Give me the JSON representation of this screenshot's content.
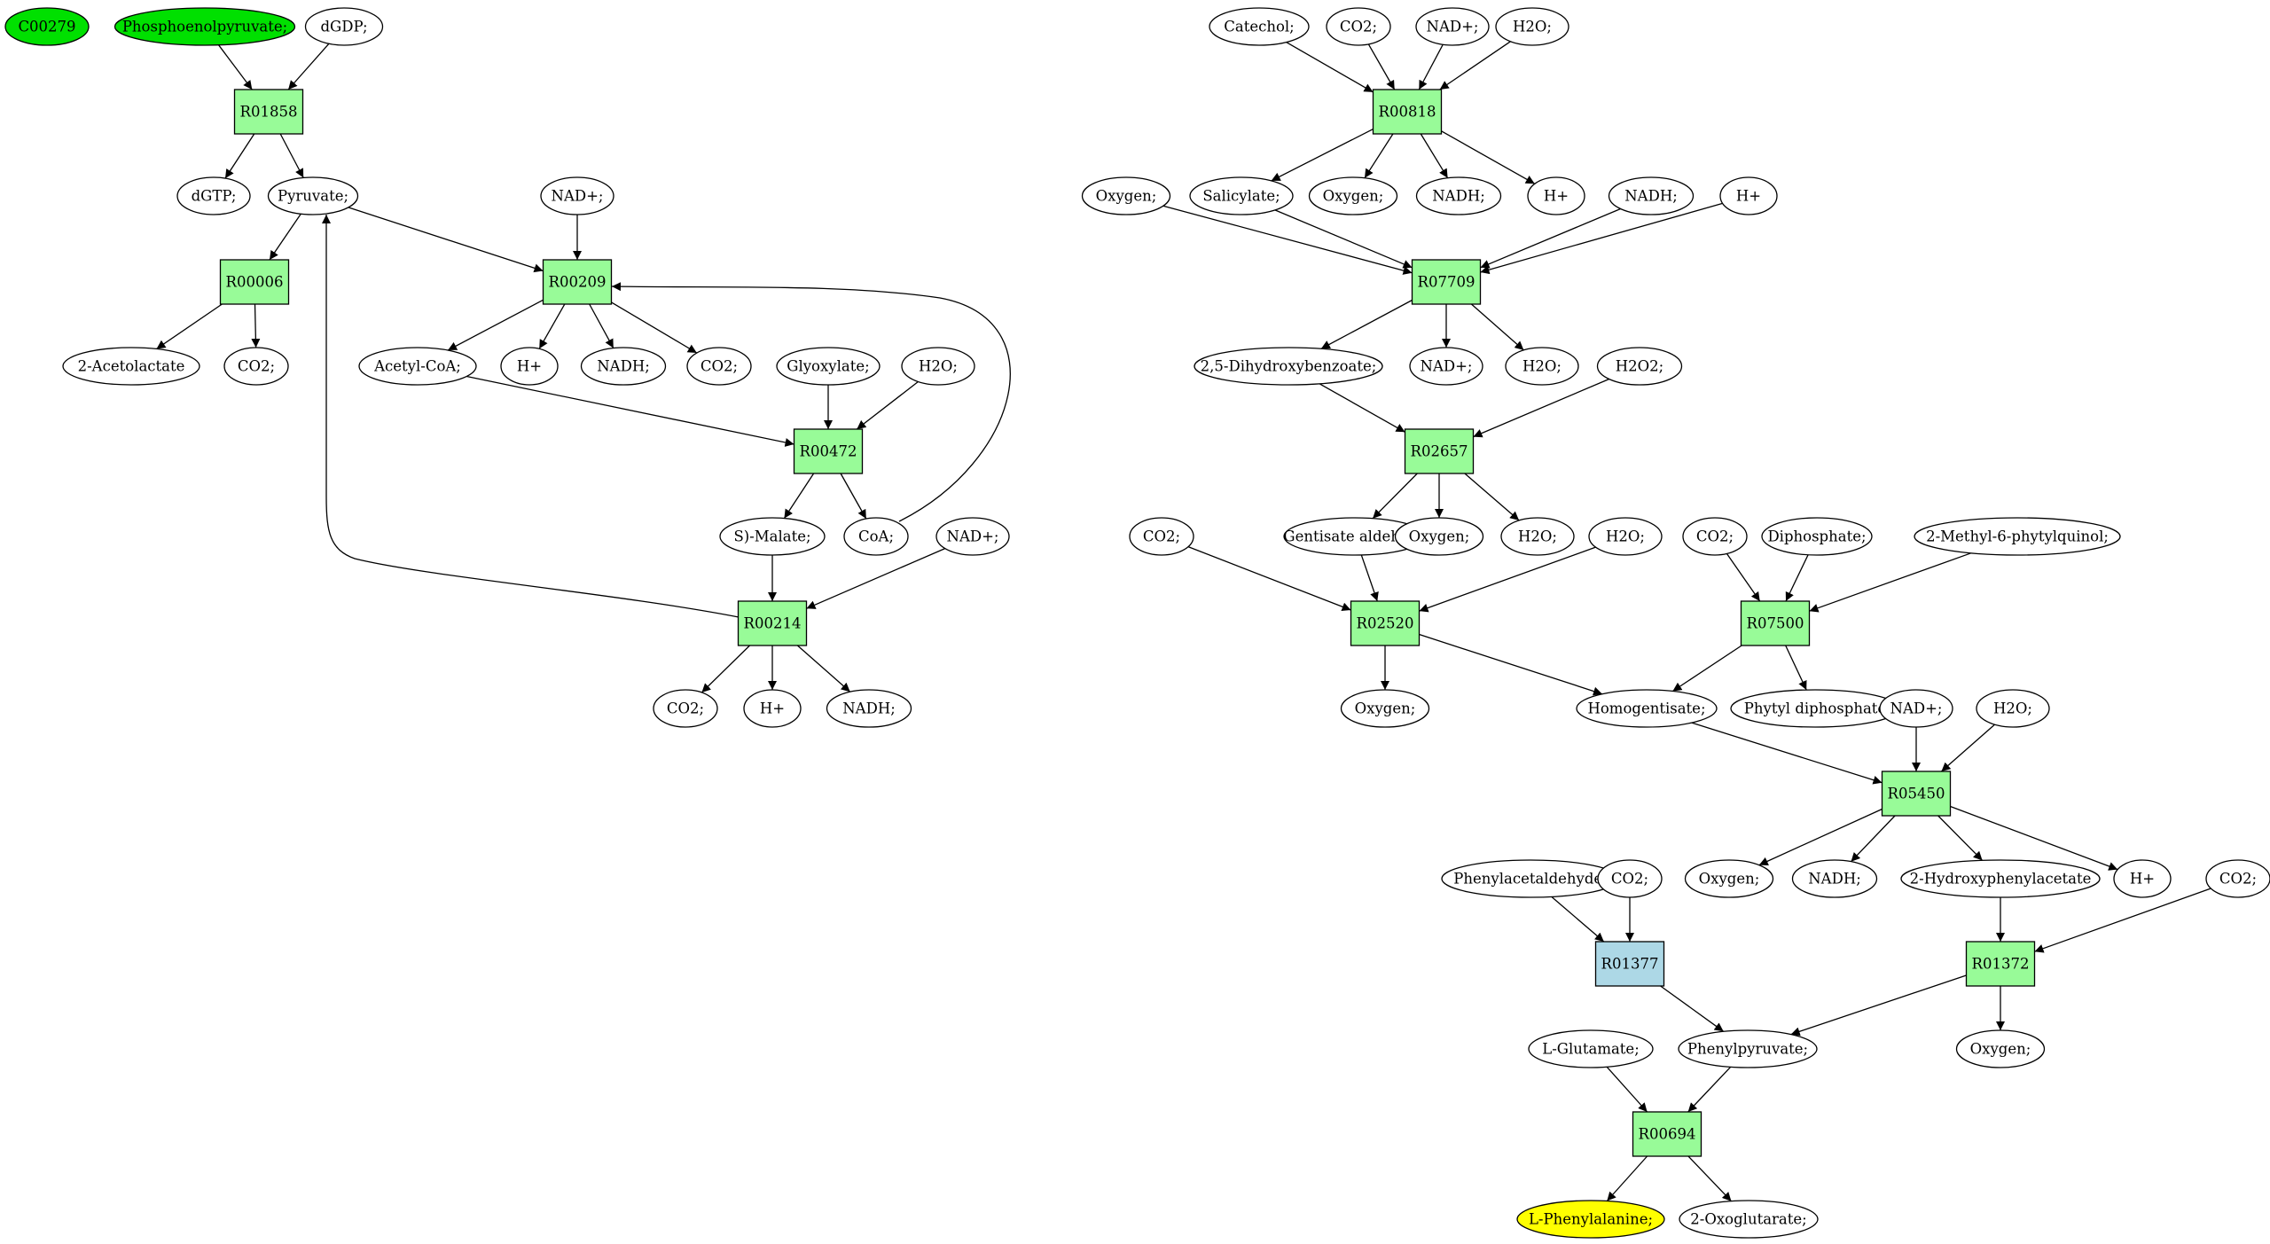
{
  "colors": {
    "metabolite": "#ffffff",
    "start_compound": "#00e000",
    "target_compound": "#ffff00",
    "reaction": "#98fb98",
    "reaction_alt": "#add8e6",
    "line": "#000000"
  },
  "nodes": {
    "c00279": {
      "kind": "ellipse",
      "label": "C00279",
      "fill": "start_compound"
    },
    "pep": {
      "kind": "ellipse",
      "label": "Phosphoenolpyruvate;",
      "fill": "start_compound"
    },
    "dgdp": {
      "kind": "ellipse",
      "label": "dGDP;"
    },
    "r01858": {
      "kind": "box",
      "label": "R01858"
    },
    "dgtp": {
      "kind": "ellipse",
      "label": "dGTP;"
    },
    "pyruvate": {
      "kind": "ellipse",
      "label": "Pyruvate;"
    },
    "r00006": {
      "kind": "box",
      "label": "R00006"
    },
    "acetolactate": {
      "kind": "ellipse",
      "label": "2-Acetolactate"
    },
    "co2_a": {
      "kind": "ellipse",
      "label": "CO2;"
    },
    "nad_a": {
      "kind": "ellipse",
      "label": "NAD+;"
    },
    "r00209": {
      "kind": "box",
      "label": "R00209"
    },
    "acetylcoa": {
      "kind": "ellipse",
      "label": "Acetyl-CoA;"
    },
    "h_a": {
      "kind": "ellipse",
      "label": "H+"
    },
    "nadh_a": {
      "kind": "ellipse",
      "label": "NADH;"
    },
    "co2_b": {
      "kind": "ellipse",
      "label": "CO2;"
    },
    "glyoxylate": {
      "kind": "ellipse",
      "label": "Glyoxylate;"
    },
    "h2o_a": {
      "kind": "ellipse",
      "label": "H2O;"
    },
    "r00472": {
      "kind": "box",
      "label": "R00472"
    },
    "malate": {
      "kind": "ellipse",
      "label": "S)-Malate;"
    },
    "coa": {
      "kind": "ellipse",
      "label": "CoA;"
    },
    "nad_b": {
      "kind": "ellipse",
      "label": "NAD+;"
    },
    "r00214": {
      "kind": "box",
      "label": "R00214"
    },
    "co2_c": {
      "kind": "ellipse",
      "label": "CO2;"
    },
    "h_b": {
      "kind": "ellipse",
      "label": "H+"
    },
    "nadh_b": {
      "kind": "ellipse",
      "label": "NADH;"
    },
    "catechol": {
      "kind": "ellipse",
      "label": "Catechol;"
    },
    "co2_d": {
      "kind": "ellipse",
      "label": "CO2;"
    },
    "nad_c": {
      "kind": "ellipse",
      "label": "NAD+;"
    },
    "h2o_b": {
      "kind": "ellipse",
      "label": "H2O;"
    },
    "r00818": {
      "kind": "box",
      "label": "R00818"
    },
    "oxygen_a": {
      "kind": "ellipse",
      "label": "Oxygen;"
    },
    "salicylate": {
      "kind": "ellipse",
      "label": "Salicylate;"
    },
    "oxygen_b": {
      "kind": "ellipse",
      "label": "Oxygen;"
    },
    "nadh_c": {
      "kind": "ellipse",
      "label": "NADH;"
    },
    "h_c": {
      "kind": "ellipse",
      "label": "H+"
    },
    "nadh_d": {
      "kind": "ellipse",
      "label": "NADH;"
    },
    "h_d": {
      "kind": "ellipse",
      "label": "H+"
    },
    "r07709": {
      "kind": "box",
      "label": "R07709"
    },
    "dihydroxybenzoate": {
      "kind": "ellipse",
      "label": "2,5-Dihydroxybenzoate;"
    },
    "nad_d": {
      "kind": "ellipse",
      "label": "NAD+;"
    },
    "h2o_c": {
      "kind": "ellipse",
      "label": "H2O;"
    },
    "h2o2": {
      "kind": "ellipse",
      "label": "H2O2;"
    },
    "r02657": {
      "kind": "box",
      "label": "R02657"
    },
    "co2_e": {
      "kind": "ellipse",
      "label": "CO2;"
    },
    "gentisate": {
      "kind": "ellipse",
      "label": "Gentisate aldehyde"
    },
    "oxygen_c": {
      "kind": "ellipse",
      "label": "Oxygen;"
    },
    "h2o_d": {
      "kind": "ellipse",
      "label": "H2O;"
    },
    "h2o_e": {
      "kind": "ellipse",
      "label": "H2O;"
    },
    "r02520": {
      "kind": "box",
      "label": "R02520"
    },
    "co2_f": {
      "kind": "ellipse",
      "label": "CO2;"
    },
    "diphosphate": {
      "kind": "ellipse",
      "label": "Diphosphate;"
    },
    "methylphytyl": {
      "kind": "ellipse",
      "label": "2-Methyl-6-phytylquinol;"
    },
    "r07500": {
      "kind": "box",
      "label": "R07500"
    },
    "oxygen_d": {
      "kind": "ellipse",
      "label": "Oxygen;"
    },
    "homogentisate": {
      "kind": "ellipse",
      "label": "Homogentisate;"
    },
    "phytyl": {
      "kind": "ellipse",
      "label": "Phytyl diphosphate"
    },
    "nad_e": {
      "kind": "ellipse",
      "label": "NAD+;"
    },
    "h2o_f": {
      "kind": "ellipse",
      "label": "H2O;"
    },
    "r05450": {
      "kind": "box",
      "label": "R05450"
    },
    "oxygen_e": {
      "kind": "ellipse",
      "label": "Oxygen;"
    },
    "nadh_e": {
      "kind": "ellipse",
      "label": "NADH;"
    },
    "hydroxyphenylacetate": {
      "kind": "ellipse",
      "label": "2-Hydroxyphenylacetate"
    },
    "h_e": {
      "kind": "ellipse",
      "label": "H+"
    },
    "phenylacetaldehyde": {
      "kind": "ellipse",
      "label": "Phenylacetaldehyde;"
    },
    "co2_g": {
      "kind": "ellipse",
      "label": "CO2;"
    },
    "co2_h": {
      "kind": "ellipse",
      "label": "CO2;"
    },
    "r01377": {
      "kind": "box",
      "label": "R01377",
      "fill": "reaction_alt"
    },
    "r01372": {
      "kind": "box",
      "label": "R01372"
    },
    "glutamate": {
      "kind": "ellipse",
      "label": "L-Glutamate;"
    },
    "phenylpyruvate": {
      "kind": "ellipse",
      "label": "Phenylpyruvate;"
    },
    "oxygen_f": {
      "kind": "ellipse",
      "label": "Oxygen;"
    },
    "r00694": {
      "kind": "box",
      "label": "R00694"
    },
    "phenylalanine": {
      "kind": "ellipse",
      "label": "L-Phenylalanine;",
      "fill": "target_compound"
    },
    "oxoglutarate": {
      "kind": "ellipse",
      "label": "2-Oxoglutarate;"
    }
  },
  "edges": [
    [
      "pep",
      "r01858"
    ],
    [
      "dgdp",
      "r01858"
    ],
    [
      "r01858",
      "dgtp"
    ],
    [
      "r01858",
      "pyruvate"
    ],
    [
      "pyruvate",
      "r00006"
    ],
    [
      "r00006",
      "acetolactate"
    ],
    [
      "r00006",
      "co2_a"
    ],
    [
      "pyruvate",
      "r00209"
    ],
    [
      "nad_a",
      "r00209"
    ],
    [
      "r00209",
      "acetylcoa"
    ],
    [
      "r00209",
      "h_a"
    ],
    [
      "r00209",
      "nadh_a"
    ],
    [
      "r00209",
      "co2_b"
    ],
    [
      "acetylcoa",
      "r00472"
    ],
    [
      "glyoxylate",
      "r00472"
    ],
    [
      "h2o_a",
      "r00472"
    ],
    [
      "r00472",
      "malate"
    ],
    [
      "r00472",
      "coa"
    ],
    [
      "coa",
      "r00209"
    ],
    [
      "malate",
      "r00214"
    ],
    [
      "nad_b",
      "r00214"
    ],
    [
      "r00214",
      "pyruvate"
    ],
    [
      "r00214",
      "co2_c"
    ],
    [
      "r00214",
      "h_b"
    ],
    [
      "r00214",
      "nadh_b"
    ],
    [
      "catechol",
      "r00818"
    ],
    [
      "co2_d",
      "r00818"
    ],
    [
      "nad_c",
      "r00818"
    ],
    [
      "h2o_b",
      "r00818"
    ],
    [
      "r00818",
      "salicylate"
    ],
    [
      "r00818",
      "oxygen_b"
    ],
    [
      "r00818",
      "nadh_c"
    ],
    [
      "r00818",
      "h_c"
    ],
    [
      "oxygen_a",
      "r07709"
    ],
    [
      "salicylate",
      "r07709"
    ],
    [
      "nadh_d",
      "r07709"
    ],
    [
      "h_d",
      "r07709"
    ],
    [
      "r07709",
      "dihydroxybenzoate"
    ],
    [
      "r07709",
      "nad_d"
    ],
    [
      "r07709",
      "h2o_c"
    ],
    [
      "dihydroxybenzoate",
      "r02657"
    ],
    [
      "h2o2",
      "r02657"
    ],
    [
      "r02657",
      "gentisate"
    ],
    [
      "r02657",
      "oxygen_c"
    ],
    [
      "r02657",
      "h2o_d"
    ],
    [
      "co2_e",
      "r02520"
    ],
    [
      "gentisate",
      "r02520"
    ],
    [
      "h2o_e",
      "r02520"
    ],
    [
      "r02520",
      "oxygen_d"
    ],
    [
      "r02520",
      "homogentisate"
    ],
    [
      "co2_f",
      "r07500"
    ],
    [
      "diphosphate",
      "r07500"
    ],
    [
      "methylphytyl",
      "r07500"
    ],
    [
      "r07500",
      "homogentisate"
    ],
    [
      "r07500",
      "phytyl"
    ],
    [
      "homogentisate",
      "r05450"
    ],
    [
      "nad_e",
      "r05450"
    ],
    [
      "h2o_f",
      "r05450"
    ],
    [
      "r05450",
      "oxygen_e"
    ],
    [
      "r05450",
      "nadh_e"
    ],
    [
      "r05450",
      "hydroxyphenylacetate"
    ],
    [
      "r05450",
      "h_e"
    ],
    [
      "phenylacetaldehyde",
      "r01377"
    ],
    [
      "co2_g",
      "r01377"
    ],
    [
      "r01377",
      "phenylpyruvate"
    ],
    [
      "hydroxyphenylacetate",
      "r01372"
    ],
    [
      "co2_h",
      "r01372"
    ],
    [
      "r01372",
      "phenylpyruvate"
    ],
    [
      "r01372",
      "oxygen_f"
    ],
    [
      "glutamate",
      "r00694"
    ],
    [
      "phenylpyruvate",
      "r00694"
    ],
    [
      "r00694",
      "phenylalanine"
    ],
    [
      "r00694",
      "oxoglutarate"
    ]
  ]
}
